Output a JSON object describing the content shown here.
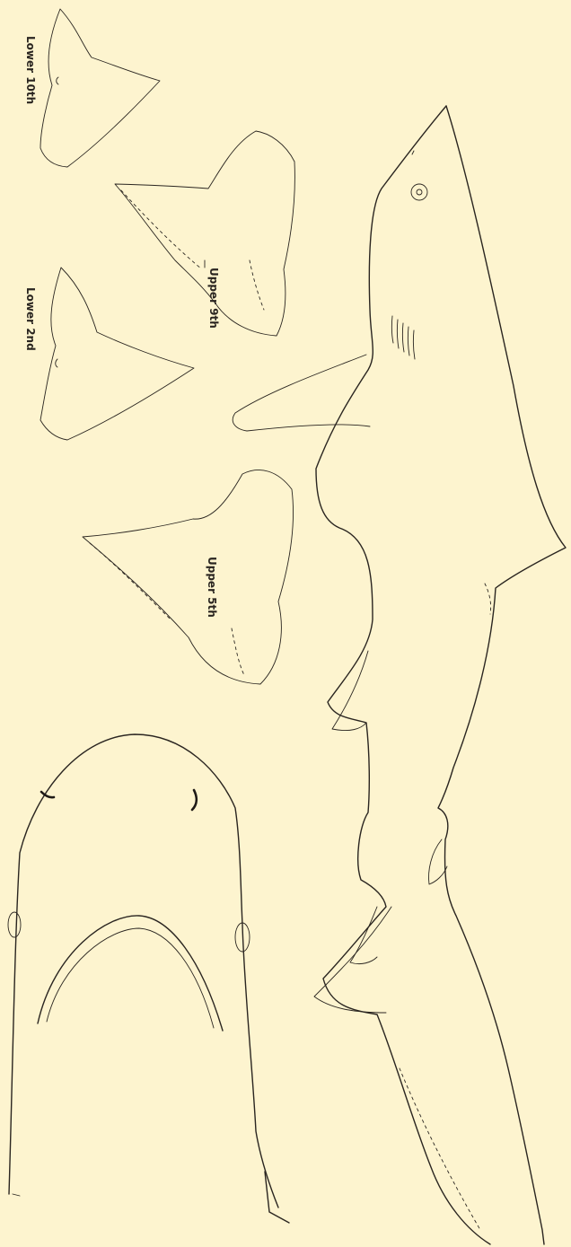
{
  "background_color": "#fdf4cf",
  "ink_color": "#2a2520",
  "labels": {
    "lower_10th": "Lower 10th",
    "upper_9th": "Upper 9th",
    "lower_2nd": "Lower 2nd",
    "upper_5th": "Upper 5th"
  }
}
